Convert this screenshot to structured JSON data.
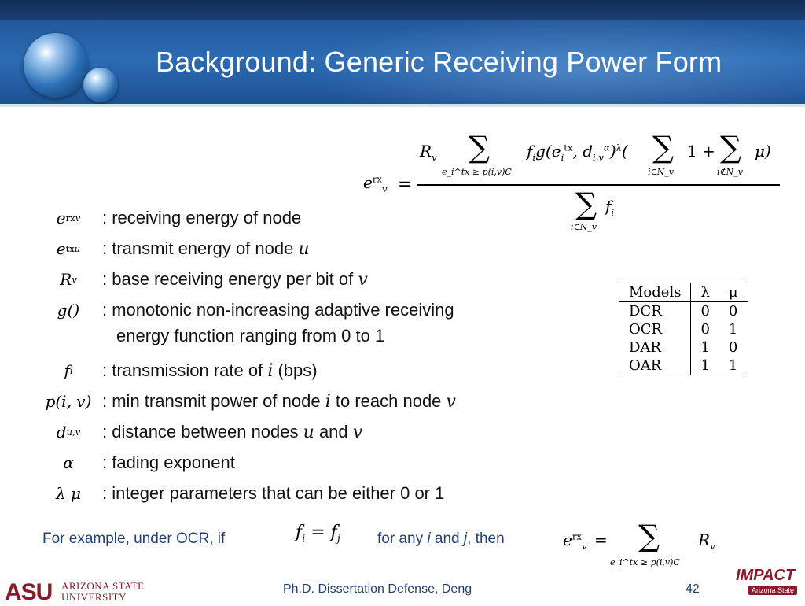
{
  "slide": {
    "title": "Background: Generic Receiving Power Form",
    "footer_center": "Ph.D. Dissertation Defense, Deng",
    "page_number": "42"
  },
  "logos": {
    "university_letters": "ASU",
    "university_name_line1": "Arizona State",
    "university_name_line2": "University",
    "impact_word": "IMPACT",
    "impact_sub": "Arizona State"
  },
  "formula_main": {
    "lhs": "e_v^rx",
    "equals": "=",
    "numerator_lead": "R",
    "sum1_sub": "e_i^tx ≥ p(i,v)C",
    "numerator_mid": "f_i g(e_i^tx, d_{i,v}^α)^λ (",
    "sum2_sub": "i∈N_v",
    "one": "1 +",
    "sum3_sub": "i∉N_v",
    "mu": "μ)",
    "den_term": "f_i",
    "den_sub": "i∈N_v"
  },
  "definitions": [
    {
      "symbol": "e",
      "symbol_sup": "rx",
      "symbol_sub": "v",
      "text": ": receiving energy of node",
      "var": ""
    },
    {
      "symbol": "e",
      "symbol_sup": "tx",
      "symbol_sub": "u",
      "text": ": transmit energy of node",
      "var": "u"
    },
    {
      "symbol": "R",
      "symbol_sup": "",
      "symbol_sub": "v",
      "text": ": base receiving energy per bit of",
      "var": "v"
    },
    {
      "symbol": "g()",
      "symbol_sup": "",
      "symbol_sub": "",
      "text": ": monotonic non-increasing adaptive receiving",
      "var": ""
    },
    {
      "symbol": "f",
      "symbol_sup": "",
      "symbol_sub": "i",
      "text": ": transmission rate of",
      "var": "i",
      "suffix": "(bps)"
    },
    {
      "symbol": "p(i, v)",
      "symbol_sup": "",
      "symbol_sub": "",
      "text": ": min transmit power of node",
      "var": "i",
      "mid": "to reach node",
      "var2": "v"
    },
    {
      "symbol": "d",
      "symbol_sup": "",
      "symbol_sub": "u,v",
      "text": ": distance between nodes",
      "var": "u",
      "mid": "and",
      "var2": "v"
    },
    {
      "symbol": "α",
      "symbol_sup": "",
      "symbol_sub": "",
      "text": ": fading exponent",
      "var": ""
    },
    {
      "symbol": "λ μ",
      "symbol_sup": "",
      "symbol_sub": "",
      "text": ": integer parameters that can be either 0 or 1",
      "var": ""
    }
  ],
  "definition_continuation": "energy function ranging from 0 to 1",
  "models_table": {
    "headers": [
      "Models",
      "λ",
      "μ"
    ],
    "rows": [
      [
        "DCR",
        "0",
        "0"
      ],
      [
        "OCR",
        "0",
        "1"
      ],
      [
        "DAR",
        "1",
        "0"
      ],
      [
        "OAR",
        "1",
        "1"
      ]
    ]
  },
  "example": {
    "lead": "For example, under OCR, if",
    "cond_lhs": "f",
    "cond_lhs_sub": "i",
    "cond_eq": "=",
    "cond_rhs": "f",
    "cond_rhs_sub": "j",
    "mid1": "for any",
    "var_i": "i",
    "and": "and",
    "var_j": "j",
    "then": ", then",
    "res_lhs": "e",
    "res_lhs_sup": "rx",
    "res_lhs_sub": "v",
    "res_eq": "=",
    "res_sum_sub": "e_i^tx ≥ p(i,v)C",
    "res_term": "R",
    "res_term_sub": "v"
  }
}
